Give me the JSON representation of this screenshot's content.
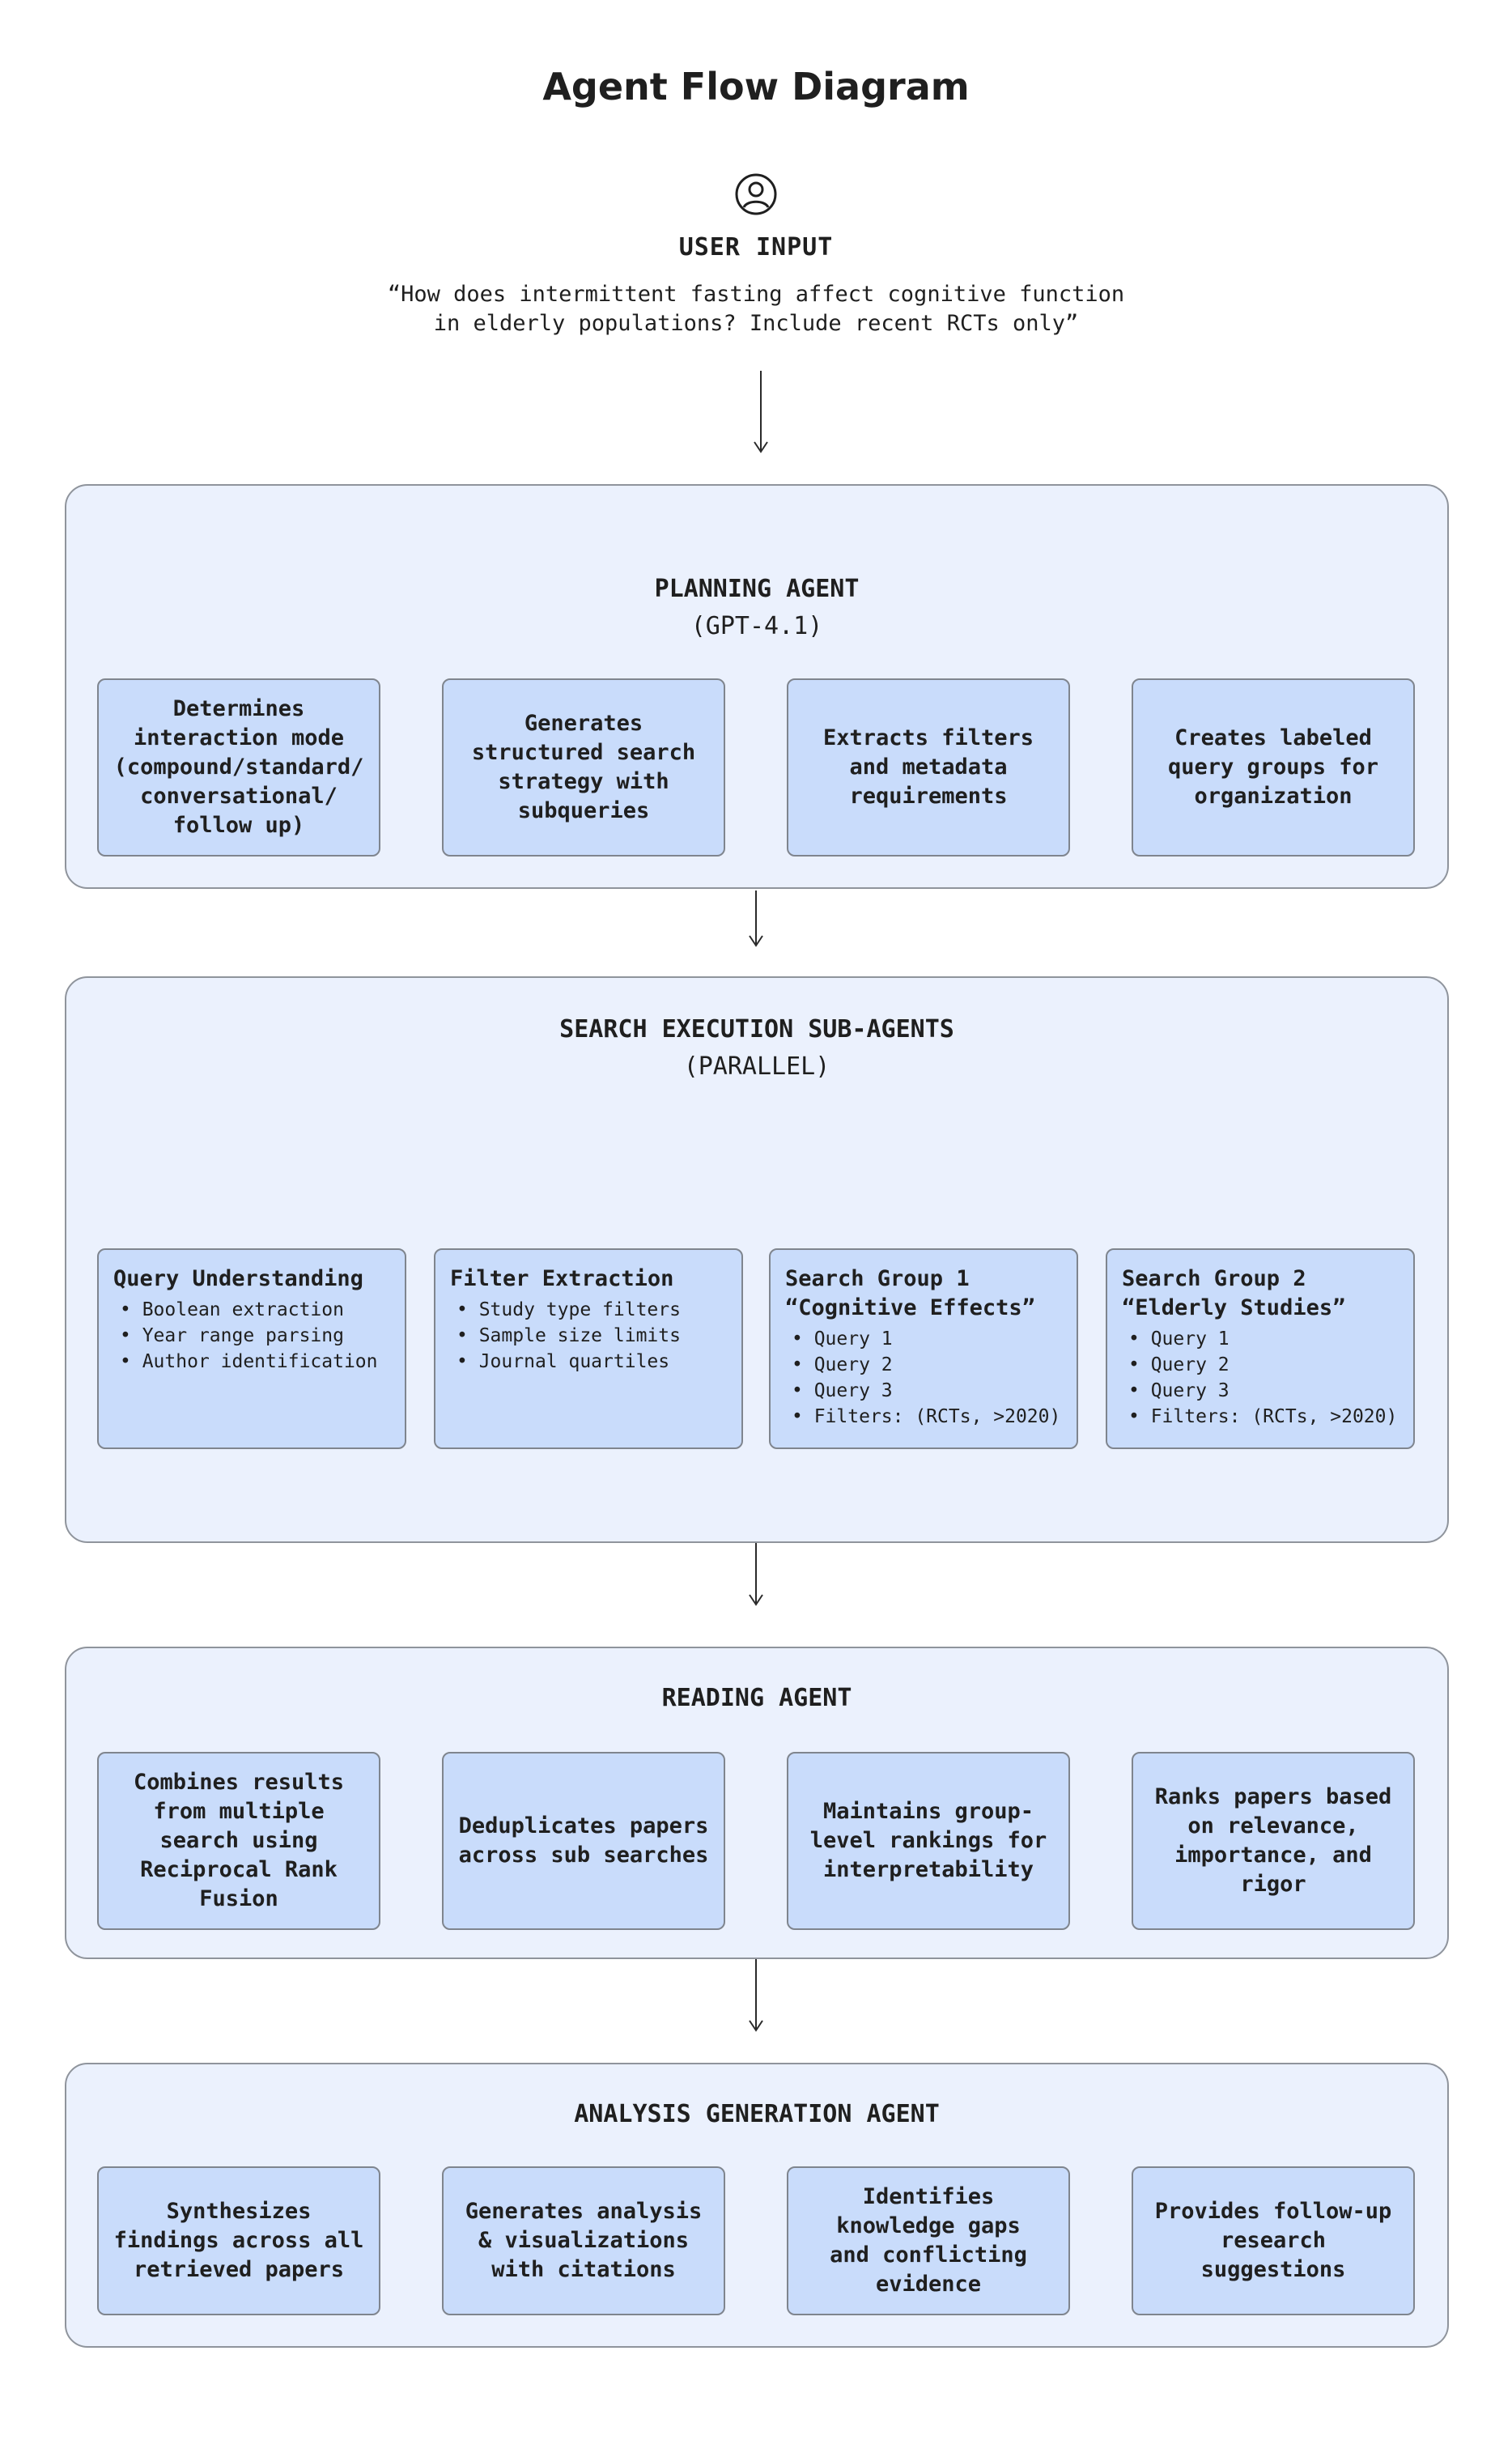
{
  "title": "Agent Flow Diagram",
  "user_input": {
    "label": "USER INPUT",
    "query_lines": [
      "“How does intermittent fasting affect cognitive function",
      "in elderly populations? Include recent RCTs only”"
    ]
  },
  "planning": {
    "title": "PLANNING AGENT",
    "subtitle": "(GPT-4.1)",
    "steps": [
      "Determines\ninteraction mode\n(compound/standard/\nconversational/\nfollow up)",
      "Generates\nstructured search\nstrategy with\nsubqueries",
      "Extracts filters\nand metadata\nrequirements",
      "Creates labeled\nquery groups for\norganization"
    ]
  },
  "search": {
    "title": "SEARCH EXECUTION SUB-AGENTS",
    "subtitle": "(PARALLEL)",
    "agents": [
      {
        "title": "Query Understanding",
        "items": [
          "Boolean extraction",
          "Year range parsing",
          "Author identification"
        ]
      },
      {
        "title": "Filter Extraction",
        "items": [
          "Study type filters",
          "Sample size limits",
          "Journal quartiles"
        ]
      },
      {
        "title": "Search Group 1\n“Cognitive Effects”",
        "items": [
          "Query 1",
          "Query 2",
          "Query 3",
          "Filters: (RCTs, >2020)"
        ]
      },
      {
        "title": "Search Group 2\n“Elderly Studies”",
        "items": [
          "Query 1",
          "Query 2",
          "Query 3",
          "Filters: (RCTs, >2020)"
        ]
      }
    ]
  },
  "reading": {
    "title": "READING AGENT",
    "steps": [
      "Combines results\nfrom multiple\nsearch using\nReciprocal Rank\nFusion",
      "Deduplicates papers\nacross sub searches",
      "Maintains group-\nlevel rankings for\ninterpretability",
      "Ranks papers based\non relevance,\nimportance, and\nrigor"
    ]
  },
  "analysis": {
    "title": "ANALYSIS GENERATION AGENT",
    "steps": [
      "Synthesizes\nfindings across all\nretrieved papers",
      "Generates analysis\n& visualizations\nwith citations",
      "Identifies\nknowledge gaps\nand conflicting\nevidence",
      "Provides follow-up\nresearch\nsuggestions"
    ]
  },
  "colors": {
    "panel_bg": "#ebf1fd",
    "box_bg": "#c9dcfb",
    "border": "#7f858e",
    "text": "#1f1f1f"
  },
  "icons": {
    "user": "user-circle-icon",
    "arrow": "arrow-right-icon"
  }
}
